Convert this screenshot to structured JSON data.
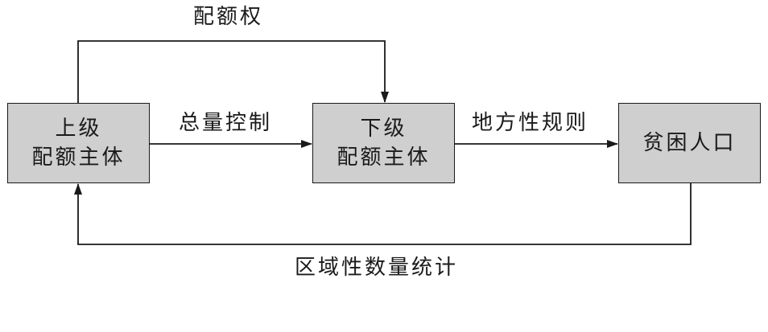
{
  "nodes": {
    "upper": {
      "line1": "上级",
      "line2": "配额主体"
    },
    "lower": {
      "line1": "下级",
      "line2": "配额主体"
    },
    "poor": {
      "line1": "贫困人口"
    }
  },
  "edges": {
    "quota_right": "配额权",
    "total_control": "总量控制",
    "local_rules": "地方性规则",
    "regional_stats": "区域性数量统计"
  },
  "colors": {
    "box_fill": "#cfcfcf",
    "stroke": "#1a1a1a",
    "background": "#ffffff"
  }
}
